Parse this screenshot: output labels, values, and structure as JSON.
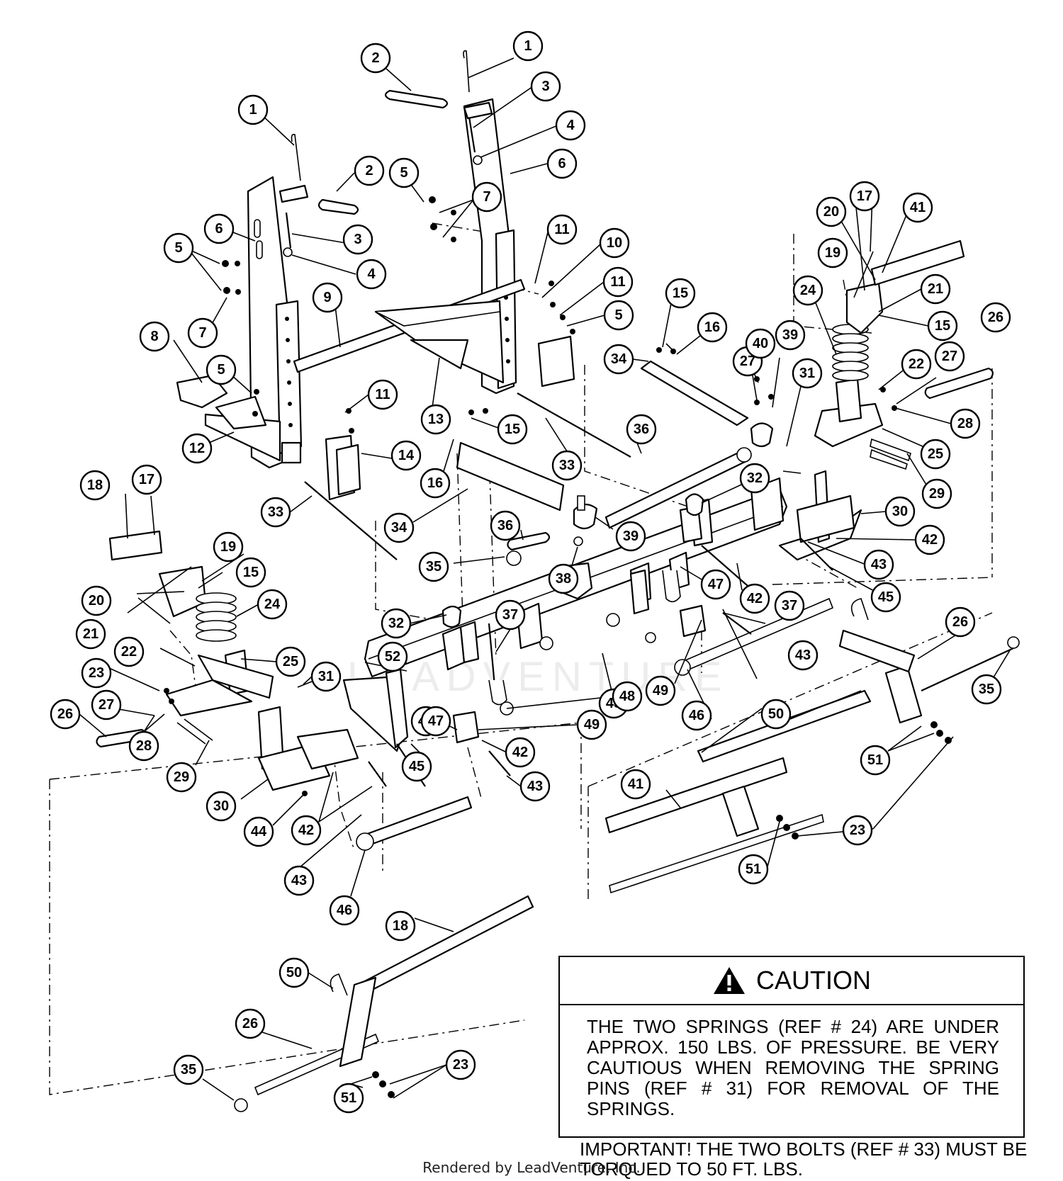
{
  "watermark": "LEADVENTURE",
  "callout_numbers": {
    "n1": "1",
    "n2": "2",
    "n3": "3",
    "n4": "4",
    "n5": "5",
    "n6": "6",
    "n7": "7",
    "n8": "8",
    "n9": "9",
    "n10": "10",
    "n11": "11",
    "n12": "12",
    "n13": "13",
    "n14": "14",
    "n15": "15",
    "n16": "16",
    "n17": "17",
    "n18": "18",
    "n19": "19",
    "n20": "20",
    "n21": "21",
    "n22": "22",
    "n23": "23",
    "n24": "24",
    "n25": "25",
    "n26": "26",
    "n27": "27",
    "n28": "28",
    "n29": "29",
    "n30": "30",
    "n31": "31",
    "n32": "32",
    "n33": "33",
    "n34": "34",
    "n35": "35",
    "n36": "36",
    "n37": "37",
    "n38": "38",
    "n39": "39",
    "n40": "40",
    "n41": "41",
    "n42": "42",
    "n43": "43",
    "n44": "44",
    "n45": "45",
    "n46": "46",
    "n47": "47",
    "n48": "48",
    "n49": "49",
    "n50": "50",
    "n51": "51",
    "n52": "52"
  },
  "caution": {
    "icon": "warning-triangle-icon",
    "title": "CAUTION",
    "text": "THE TWO SPRINGS (REF # 24) ARE UNDER APPROX. 150 LBS. OF PRESSURE. BE VERY CAUTIOUS WHEN REMOVING THE SPRING PINS (REF # 31) FOR REMOVAL OF THE SPRINGS."
  },
  "important_note": "IMPORTANT! THE TWO BOLTS (REF # 33) MUST BE TORQUED TO 50 FT. LBS.",
  "footer_credit": "Rendered by LeadVenture, Inc."
}
